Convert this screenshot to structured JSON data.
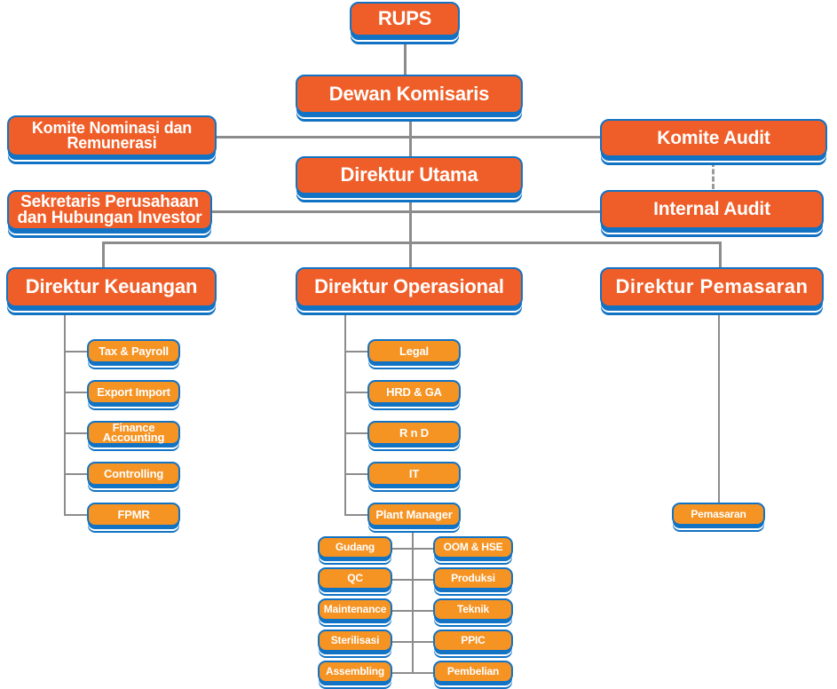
{
  "meta": {
    "title": "Struktur Organisasi",
    "colors": {
      "primary_box": "#ef5e28",
      "sub_box": "#f59323",
      "border": "#1273c4",
      "connector": "#8c8c8c",
      "text": "#ffffff",
      "background": "#ffffff"
    }
  },
  "chart_data": {
    "type": "diagram",
    "subtype": "organization-chart",
    "nodes": {
      "rups": "RUPS",
      "dewan_komisaris": "Dewan Komisaris",
      "komite_nominasi": "Komite Nominasi dan Remunerasi",
      "komite_nominasi_l1": "Komite Nominasi dan",
      "komite_nominasi_l2": "Remunerasi",
      "komite_audit": "Komite Audit",
      "direktur_utama": "Direktur Utama",
      "sekretaris": "Sekretaris Perusahaan dan Hubungan Investor",
      "sekretaris_l1": "Sekretaris Perusahaan",
      "sekretaris_l2": "dan Hubungan Investor",
      "internal_audit": "Internal Audit",
      "direktur_keuangan": "Direktur Keuangan",
      "direktur_operasional": "Direktur Operasional",
      "direktur_pemasaran": "Direktur  Pemasaran"
    },
    "keuangan_children": [
      "Tax & Payroll",
      "Export Import",
      "Finance Accounting",
      "Controlling",
      "FPMR"
    ],
    "keuangan_finance_l1": "Finance",
    "keuangan_finance_l2": "Accounting",
    "operasional_children": [
      "Legal",
      "HRD & GA",
      "R n D",
      "IT",
      "Plant Manager"
    ],
    "plant_left_children": [
      "Gudang",
      "QC",
      "Maintenance",
      "Sterilisasi",
      "Assembling"
    ],
    "plant_right_children": [
      "OOM & HSE",
      "Produksi",
      "Teknik",
      "PPIC",
      "Pembelian"
    ],
    "pemasaran_children": [
      "Pemasaran"
    ],
    "edges": [
      {
        "from": "rups",
        "to": "dewan_komisaris",
        "style": "solid"
      },
      {
        "from": "dewan_komisaris",
        "to": "komite_nominasi",
        "style": "solid"
      },
      {
        "from": "dewan_komisaris",
        "to": "komite_audit",
        "style": "solid"
      },
      {
        "from": "dewan_komisaris",
        "to": "direktur_utama",
        "style": "solid"
      },
      {
        "from": "komite_audit",
        "to": "internal_audit",
        "style": "dashed"
      },
      {
        "from": "direktur_utama",
        "to": "sekretaris",
        "style": "solid"
      },
      {
        "from": "direktur_utama",
        "to": "internal_audit",
        "style": "solid"
      },
      {
        "from": "direktur_utama",
        "to": "direktur_keuangan",
        "style": "solid"
      },
      {
        "from": "direktur_utama",
        "to": "direktur_operasional",
        "style": "solid"
      },
      {
        "from": "direktur_utama",
        "to": "direktur_pemasaran",
        "style": "solid"
      },
      {
        "from": "direktur_keuangan",
        "to": "keuangan_children",
        "style": "solid"
      },
      {
        "from": "direktur_operasional",
        "to": "operasional_children",
        "style": "solid"
      },
      {
        "from": "operasional_children.Plant Manager",
        "to": "plant_left_children",
        "style": "solid"
      },
      {
        "from": "operasional_children.Plant Manager",
        "to": "plant_right_children",
        "style": "solid"
      },
      {
        "from": "direktur_pemasaran",
        "to": "pemasaran_children",
        "style": "solid"
      }
    ]
  }
}
